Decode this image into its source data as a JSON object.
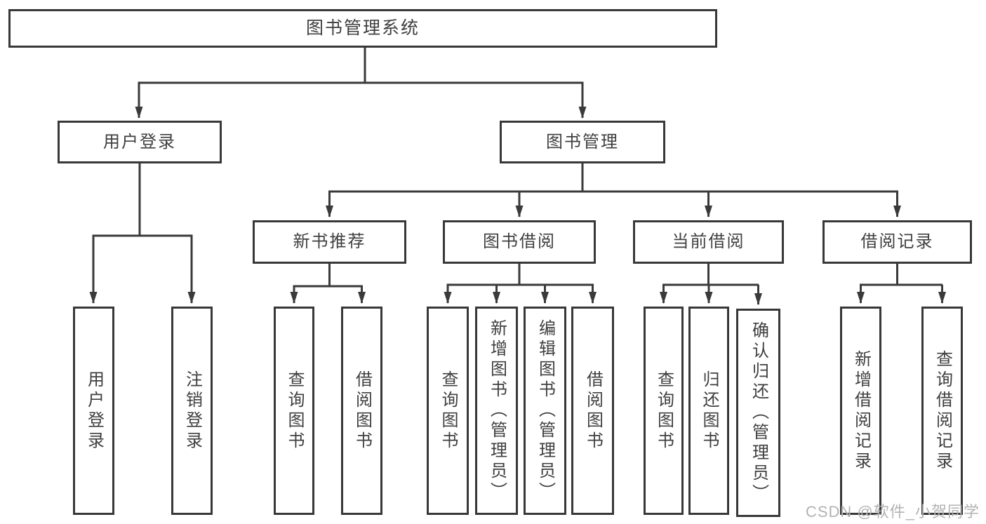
{
  "tree": {
    "label": "图书管理系统",
    "children": [
      {
        "label": "用户登录",
        "children": [
          {
            "label": "用户登录"
          },
          {
            "label": "注销登录"
          }
        ]
      },
      {
        "label": "图书管理",
        "children": [
          {
            "label": "新书推荐",
            "children": [
              {
                "label": "查询图书"
              },
              {
                "label": "借阅图书"
              }
            ]
          },
          {
            "label": "图书借阅",
            "children": [
              {
                "label": "查询图书"
              },
              {
                "label": "新增图书（管理员）"
              },
              {
                "label": "编辑图书（管理员）"
              },
              {
                "label": "借阅图书"
              }
            ]
          },
          {
            "label": "当前借阅",
            "children": [
              {
                "label": "查询图书"
              },
              {
                "label": "归还图书"
              },
              {
                "label": "确认归还（管理员）"
              }
            ]
          },
          {
            "label": "借阅记录",
            "children": [
              {
                "label": "新增借阅记录"
              },
              {
                "label": "查询借阅记录"
              }
            ]
          }
        ]
      }
    ]
  },
  "watermark": {
    "text": "CSDN @软件_小贺同学"
  },
  "colors": {
    "line": "#3a3a3a",
    "box_border": "#383838",
    "text": "#3f3f3f",
    "watermark": "#b3b3b3",
    "background": "#ffffff"
  }
}
